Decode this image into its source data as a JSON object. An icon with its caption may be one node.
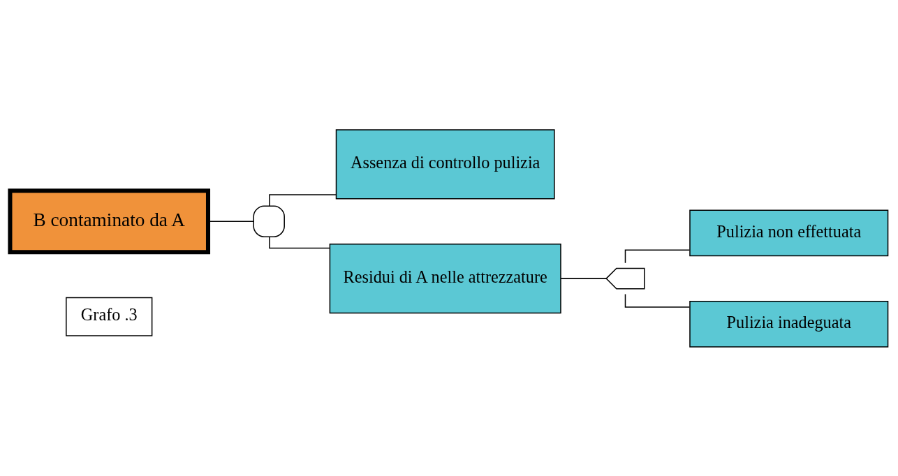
{
  "diagram": {
    "nodes": [
      {
        "text": [
          "B contaminato da A"
        ]
      },
      {
        "text": [],
        "shape": "and-gate"
      },
      {
        "text": [
          "Assenza di controllo pulizia"
        ]
      },
      {
        "text": [
          "Residui di A nelle attrezzature"
        ]
      },
      {
        "text": [],
        "shape": "or-gate"
      },
      {
        "text": [
          "Pulizia non effettuata"
        ]
      },
      {
        "text": [
          "Pulizia inadeguata"
        ]
      },
      {
        "text": [
          "Grafo .3"
        ]
      }
    ],
    "edges": [
      {
        "from": 0,
        "to": 1,
        "arrow": "none"
      },
      {
        "from": 1,
        "to": 2,
        "arrow": "none"
      },
      {
        "from": 1,
        "to": 3,
        "arrow": "none"
      },
      {
        "from": 3,
        "to": 4,
        "arrow": "none"
      },
      {
        "from": 4,
        "to": 5,
        "arrow": "none"
      },
      {
        "from": 4,
        "to": 6,
        "arrow": "none"
      }
    ]
  }
}
